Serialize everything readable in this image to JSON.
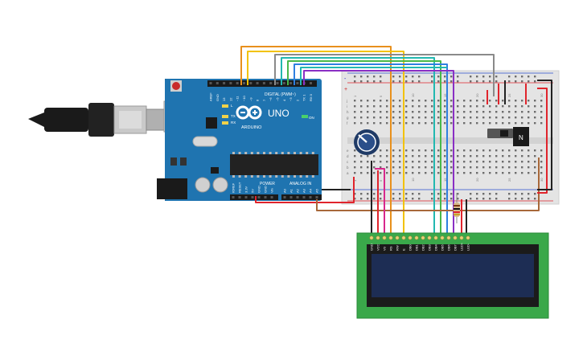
{
  "arduino": {
    "brand_label": "ARDUINO",
    "model_label": "UNO",
    "digital_header_label": "DIGITAL (PWM~)",
    "power_header_label": "POWER",
    "analog_header_label": "ANALOG IN",
    "on_label": "ON",
    "l_label": "L",
    "tx_label": "TX",
    "rx_label": "RX",
    "digital_pins": [
      "AREF",
      "GND",
      "13",
      "12",
      "~11",
      "~10",
      "~9",
      "8",
      "7",
      "~6",
      "~5",
      "4",
      "~3",
      "2",
      "TX 1",
      "RX 0"
    ],
    "power_pins": [
      "IOREF",
      "RESET",
      "3.3V",
      "5V",
      "GND",
      "GND",
      "Vin"
    ],
    "analog_pins": [
      "A0",
      "A1",
      "A2",
      "A3",
      "A4",
      "A5"
    ]
  },
  "breadboard": {
    "column_numbers": [
      "1",
      "5",
      "10",
      "15",
      "20",
      "25",
      "30"
    ],
    "row_letters_top": [
      "j",
      "i",
      "h",
      "g",
      "f"
    ],
    "row_letters_bottom": [
      "e",
      "d",
      "c",
      "b",
      "a"
    ],
    "rail_plus": "+",
    "rail_minus": "-"
  },
  "components": {
    "transistor_label": "N",
    "potentiometer": "potentiometer",
    "resistor": "resistor",
    "slide_switch": "slide-switch"
  },
  "lcd": {
    "pin_labels": [
      "GND",
      "VCC",
      "V0",
      "RS",
      "RW",
      "E",
      "DB0",
      "DB1",
      "DB2",
      "DB3",
      "DB4",
      "DB5",
      "DB6",
      "DB7",
      "LED+",
      "LED-"
    ]
  },
  "wire_colors": {
    "orange": "#e8901c",
    "yellow": "#f2c200",
    "gray": "#8a8a8a",
    "teal": "#22b8b0",
    "blue": "#2f7fe0",
    "green": "#48b84a",
    "purple": "#8a2fc4",
    "red": "#e0242c",
    "black": "#222222",
    "brown": "#a8683a",
    "magenta": "#d8288c"
  }
}
